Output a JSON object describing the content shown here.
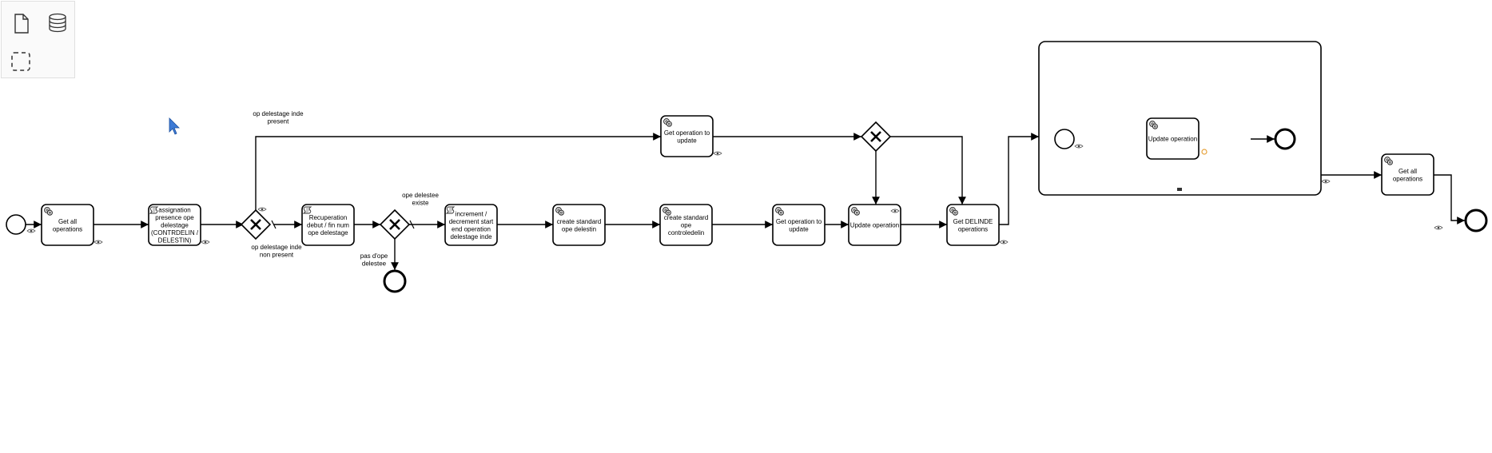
{
  "palette": {
    "tools": [
      {
        "name": "create-data-object-tool",
        "icon": "file-icon"
      },
      {
        "name": "create-data-store-tool",
        "icon": "database-icon"
      },
      {
        "name": "create-group-tool",
        "icon": "dashed-box-icon"
      }
    ]
  },
  "tasks": {
    "get_all_ops_1": "Get all operations",
    "assignation": "assignation presence ope delestage (CONTRDELIN / DELESTIN)",
    "recuperation": "Recuperation debut / fin num ope delestage",
    "increment": "increment / decrement start end operation delestage inde",
    "create_delestin": "create standard ope delestin",
    "create_controledelin": "create standard ope controledelin",
    "get_op_update_1": "Get operation to update",
    "get_op_update_top": "Get operation to update",
    "update_op_main": "Update operation",
    "get_delinde": "Get DELINDE operations",
    "update_op_sub": "Update operation",
    "get_all_ops_2": "Get all operations"
  },
  "flow_labels": {
    "op_present": "op delestage inde present",
    "op_non_present": "op delestage inde non present",
    "ope_existe": "ope delestee existe",
    "pas_ope": "pas d'ope delestee"
  },
  "colors": {
    "stroke": "#000000",
    "eye_icon": "#444444",
    "warning_icon": "#e6a23c",
    "cursor": "#3d7bd6"
  }
}
